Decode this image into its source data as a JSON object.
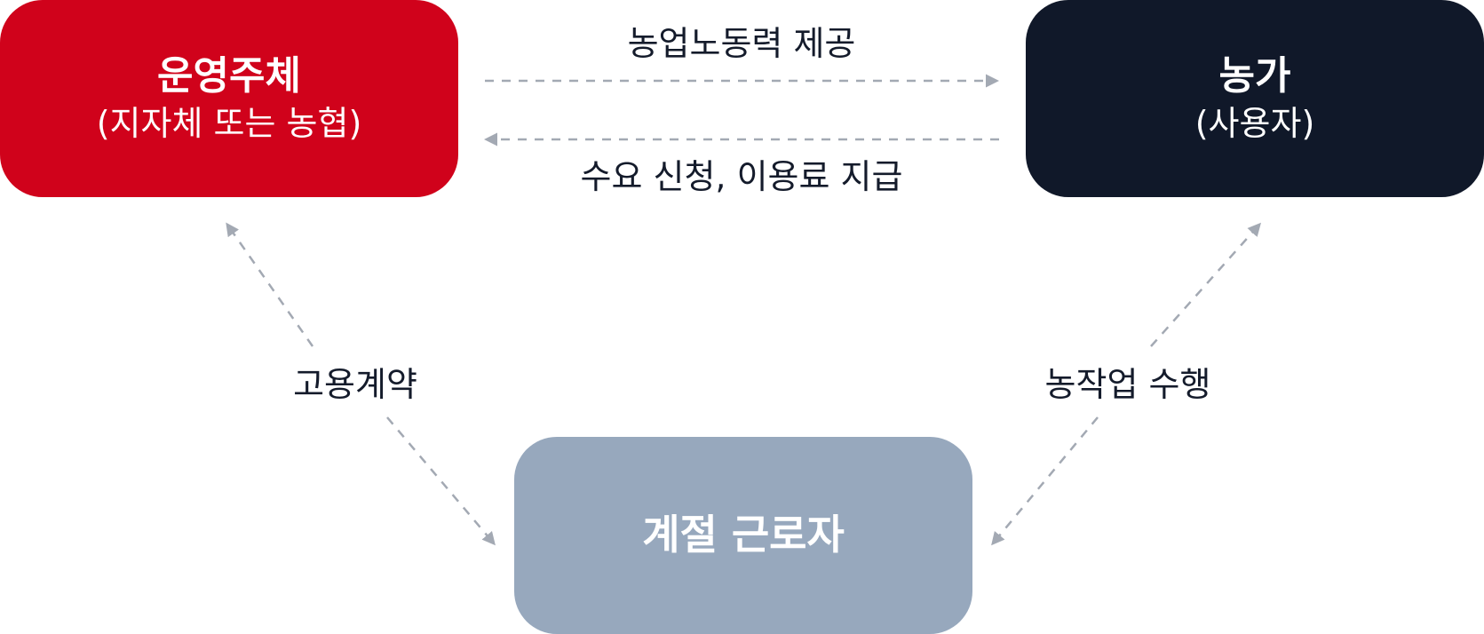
{
  "colors": {
    "operator": "#d0021b",
    "farm": "#101829",
    "worker": "#97a8bd",
    "arrow": "#a3a9b3",
    "label_text": "#141b2b"
  },
  "nodes": {
    "operator": {
      "title": "운영주체",
      "subtitle": "(지자체 또는 농협)"
    },
    "farm": {
      "title": "농가",
      "subtitle": "(사용자)"
    },
    "worker": {
      "title": "계절 근로자"
    }
  },
  "edges": {
    "labor": {
      "label": "농업노동력 제공",
      "from": "operator",
      "to": "farm",
      "style": "dashed",
      "direction": "one-way"
    },
    "demand": {
      "label": "수요 신청, 이용료 지급",
      "from": "farm",
      "to": "operator",
      "style": "dashed",
      "direction": "one-way"
    },
    "employment": {
      "label": "고용계약",
      "between": [
        "operator",
        "worker"
      ],
      "style": "dashed",
      "direction": "two-way"
    },
    "farmwork": {
      "label": "농작업 수행",
      "between": [
        "farm",
        "worker"
      ],
      "style": "dashed",
      "direction": "two-way"
    }
  }
}
